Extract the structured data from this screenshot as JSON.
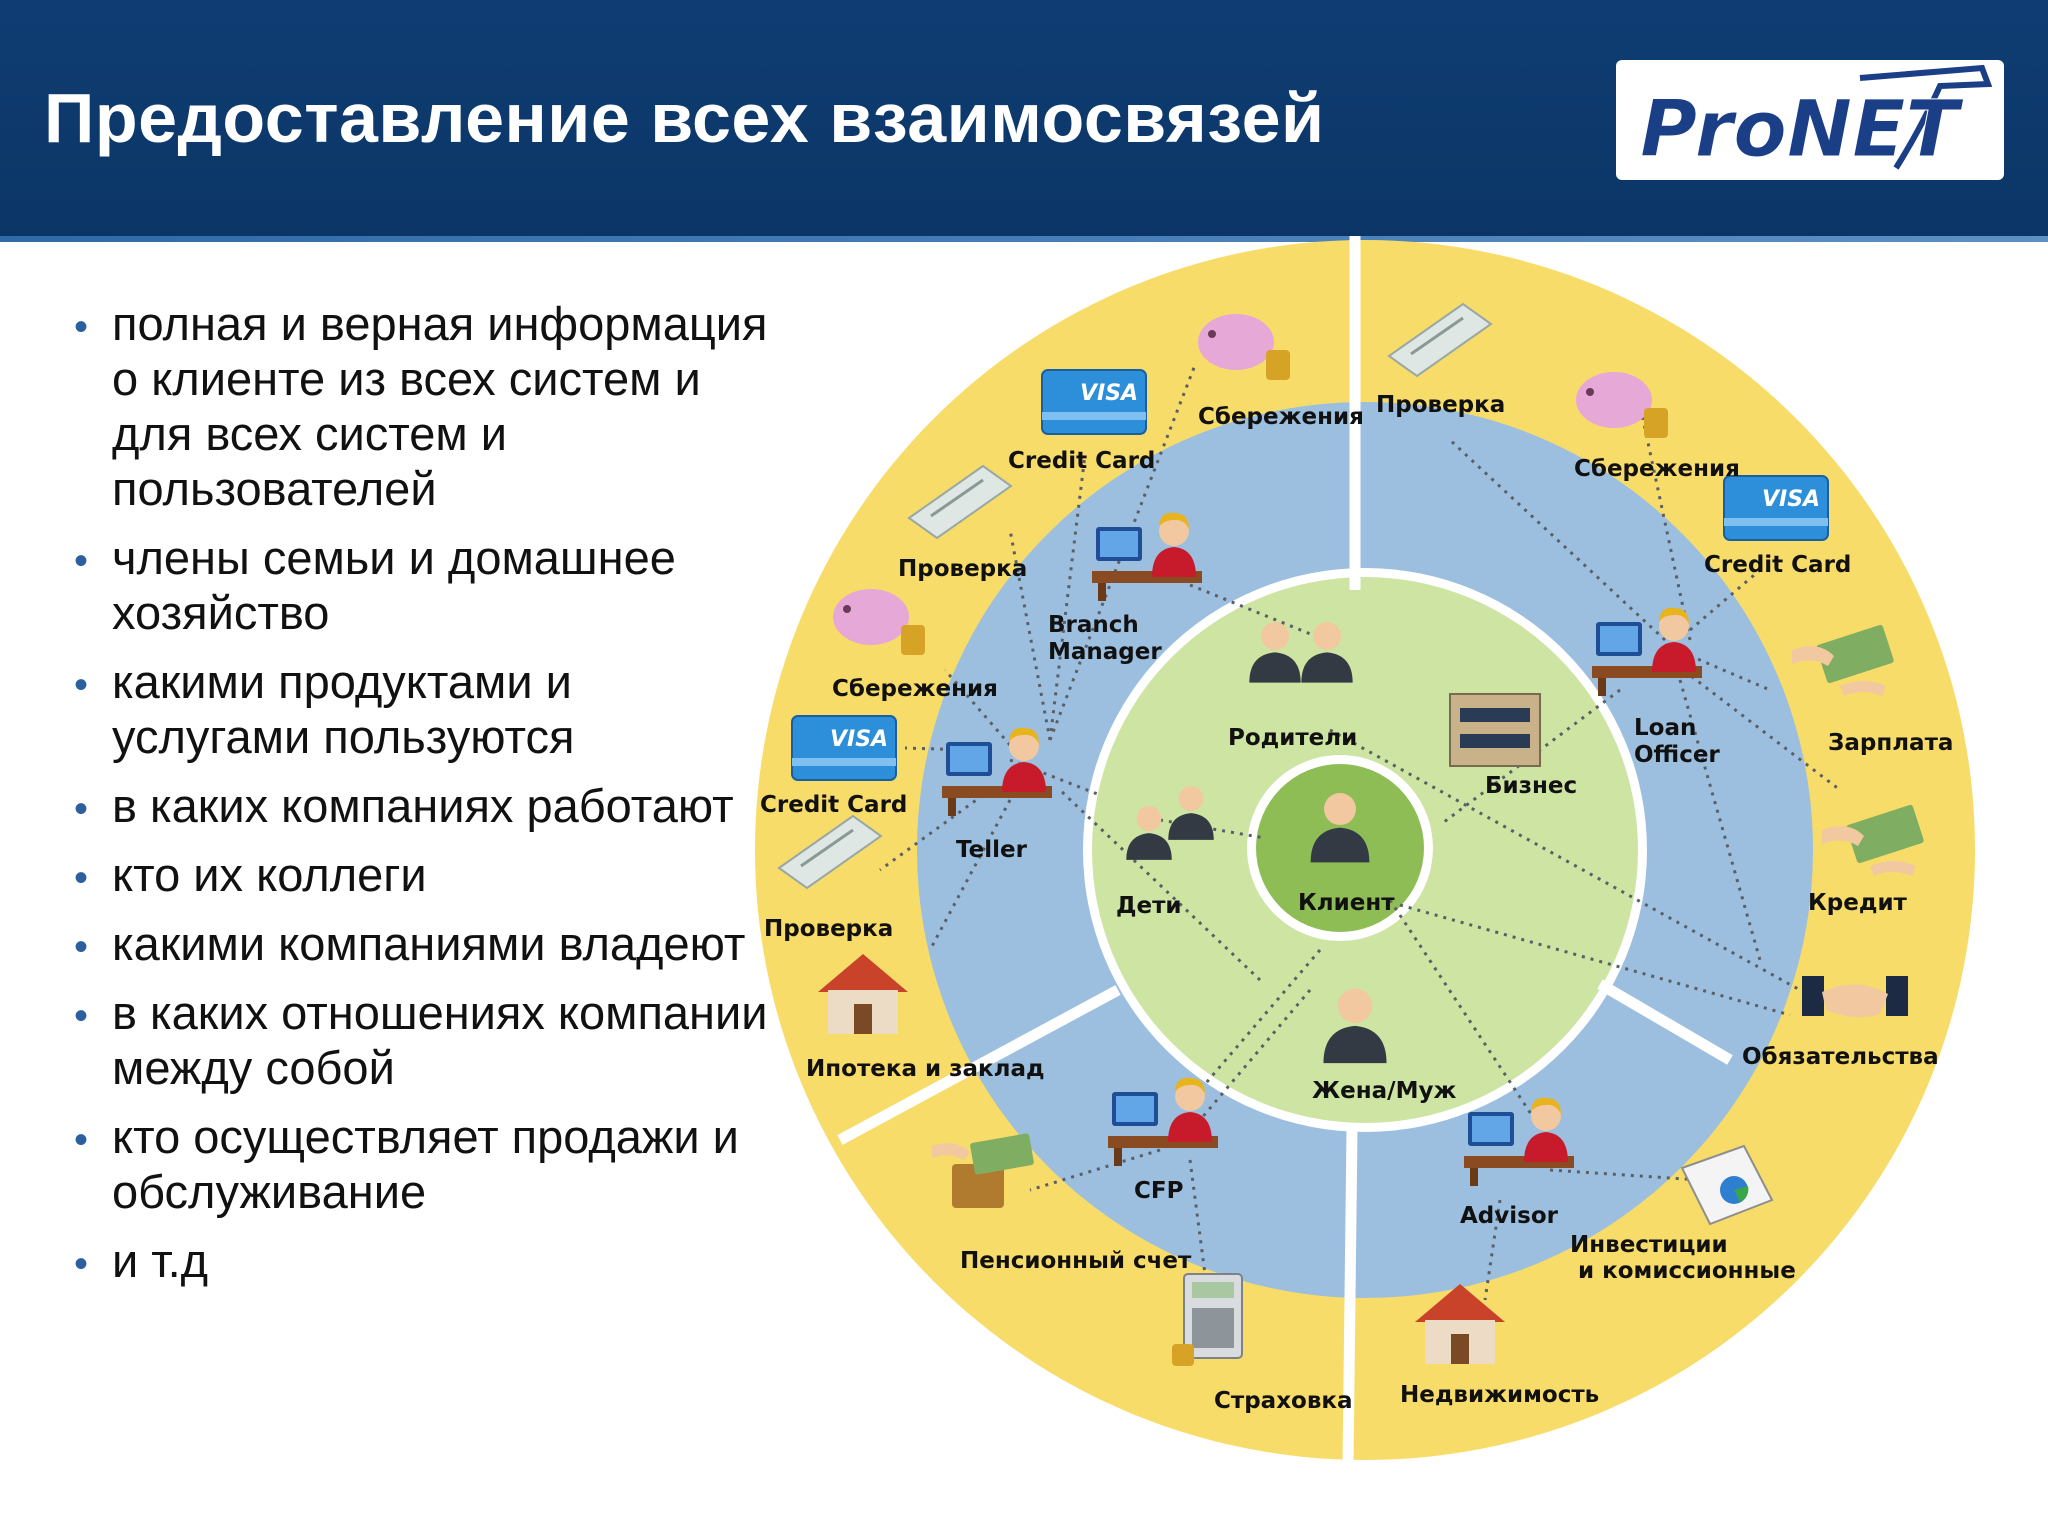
{
  "header": {
    "title": "Предоставление всех взаимосвязей",
    "logo_text": "ProNET",
    "background_color": "#0f3d73"
  },
  "bullets": [
    "полная и верная информация о клиенте из всех систем и для всех систем и пользователей",
    "члены семьи и домашнее хозяйство",
    "какими продуктами и услугами пользуются",
    "в каких компаниях работают",
    "кто их коллеги",
    "какими компаниями владеют",
    "в каких отношениях компании между собой",
    "кто осуществляет продажи и обслуживание",
    "и т.д"
  ],
  "diagram": {
    "center": "Клиент",
    "inner_ring": [
      "Родители",
      "Бизнес",
      "Дети",
      "Жена/Муж"
    ],
    "staff": [
      "Branch Manager",
      "Teller",
      "Loan Officer",
      "CFP",
      "Advisor"
    ],
    "products": {
      "top_left": [
        "Сбережения",
        "Credit Card",
        "Проверка"
      ],
      "left": [
        "Сбережения",
        "Credit Card",
        "Проверка",
        "Ипотека и заклад"
      ],
      "top_right": [
        "Проверка",
        "Сбережения",
        "Credit Card"
      ],
      "right": [
        "Зарплата",
        "Кредит",
        "Обязательства"
      ],
      "bottom_left": [
        "Пенсионный счет",
        "Страховка"
      ],
      "bottom_right": [
        "Инвестиции",
        "и комиссионные",
        "Недвижимость"
      ]
    },
    "colors": {
      "outer_ring": "#f8dc6a",
      "middle_ring": "#9cbfdf",
      "inner_ring": "#cde4a3",
      "center": "#8fbd55"
    }
  }
}
